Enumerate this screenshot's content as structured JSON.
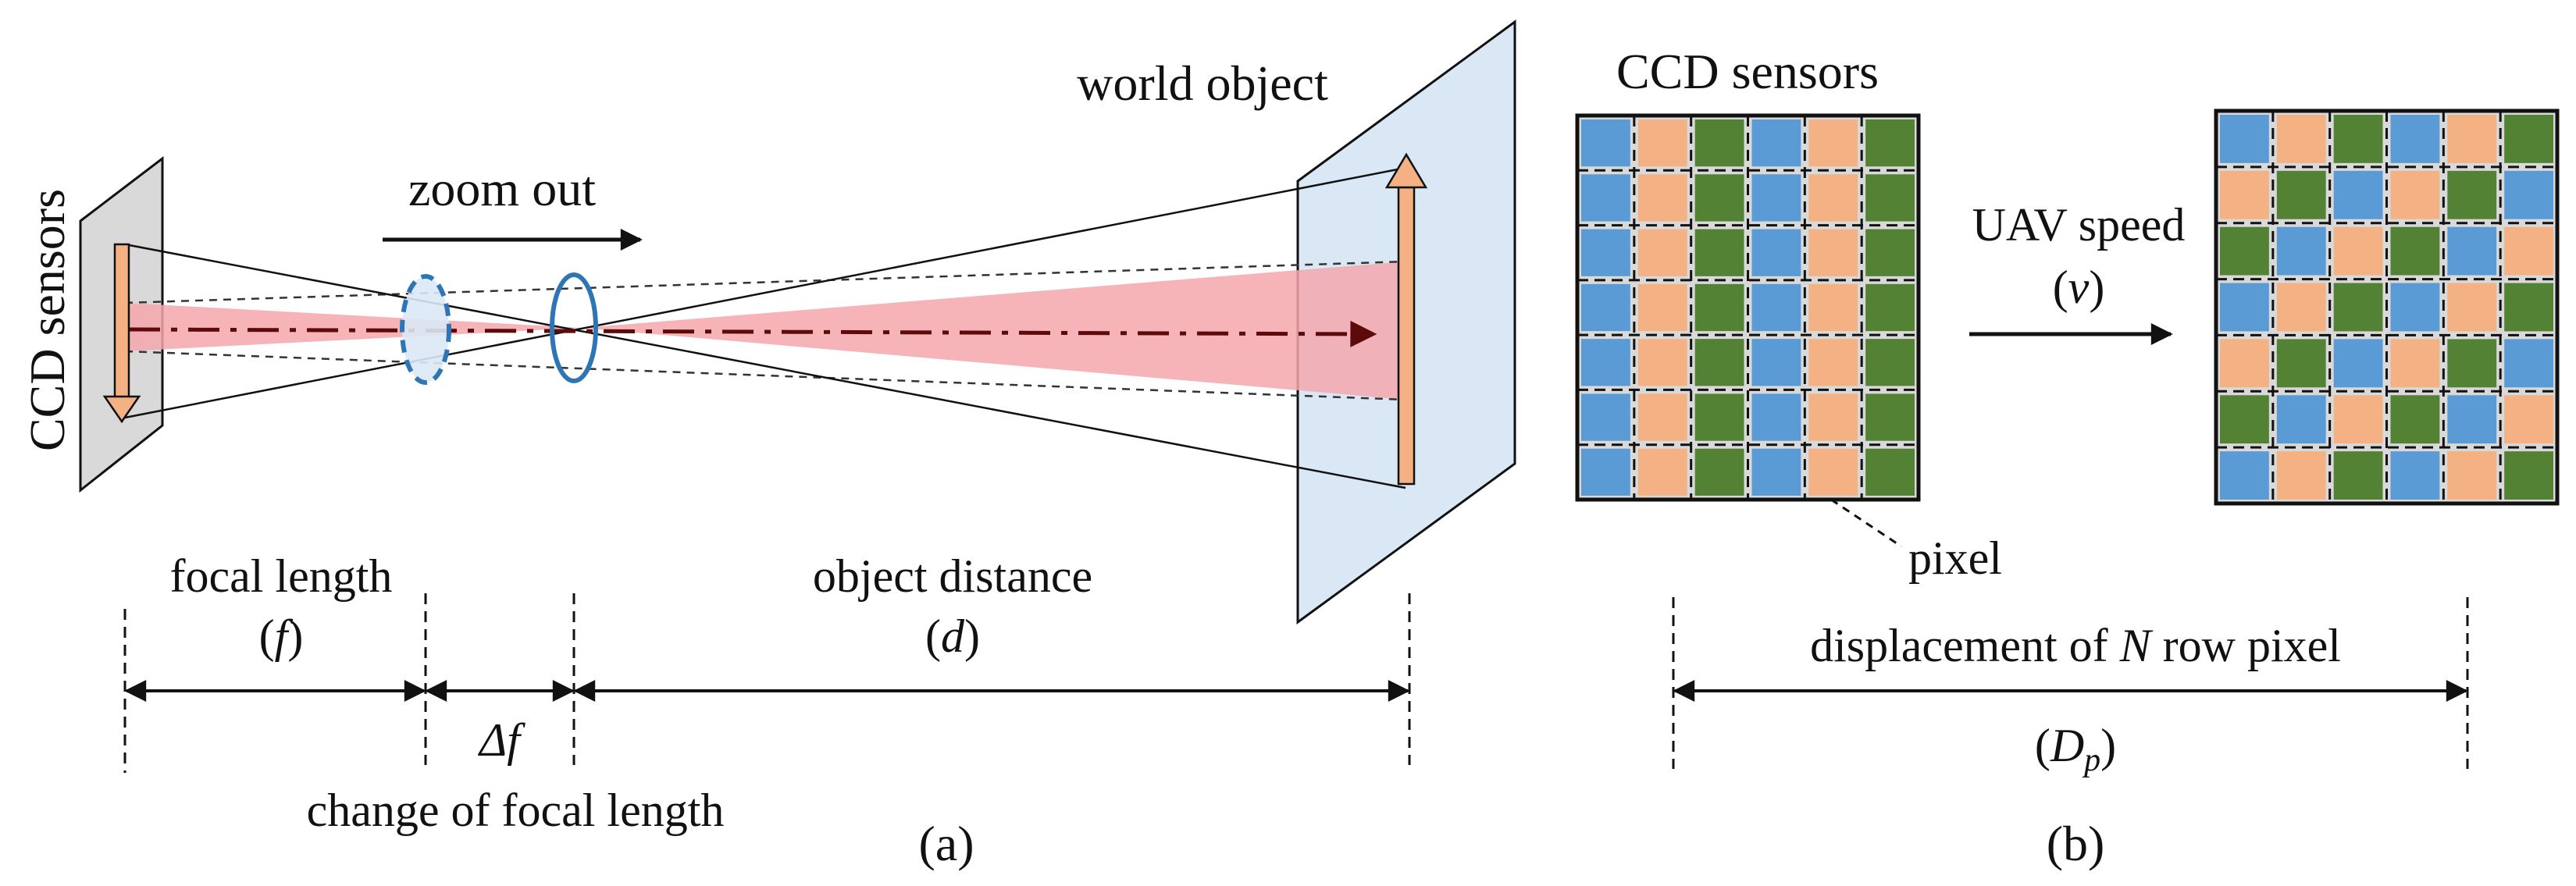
{
  "panel_a": {
    "sensor_label": "CCD sensors",
    "zoom_label": "zoom out",
    "object_label": "world object",
    "focal_length_label": "focal length",
    "focal_length_symbol": "f",
    "delta_f_label": "Δf",
    "object_distance_label": "object distance",
    "object_distance_symbol": "d",
    "change_label": "change of focal length",
    "caption": "(a)"
  },
  "panel_b": {
    "sensor_label": "CCD sensors",
    "pixel_label": "pixel",
    "speed_label": "UAV speed",
    "speed_symbol": "v",
    "displacement_prefix": "displacement of ",
    "displacement_var": "N",
    "displacement_suffix": " row pixel",
    "dp_symbol": "D",
    "dp_subscript": "p",
    "caption": "(b)"
  },
  "colors": {
    "blue": "#5b9bd5",
    "orange": "#f4b183",
    "green": "#548235",
    "plane_fill": "#dae8f5",
    "sensor_fill": "#d9d9d9",
    "ray_fill": "#f4a7ad",
    "lens_stroke": "#2e75b6",
    "axis_arrow": "#5c0a0a"
  },
  "grid_left": [
    [
      "blue",
      "orange",
      "green",
      "blue",
      "orange",
      "green"
    ],
    [
      "blue",
      "orange",
      "green",
      "blue",
      "orange",
      "green"
    ],
    [
      "blue",
      "orange",
      "green",
      "blue",
      "orange",
      "green"
    ],
    [
      "blue",
      "orange",
      "green",
      "blue",
      "orange",
      "green"
    ],
    [
      "blue",
      "orange",
      "green",
      "blue",
      "orange",
      "green"
    ],
    [
      "blue",
      "orange",
      "green",
      "blue",
      "orange",
      "green"
    ],
    [
      "blue",
      "orange",
      "green",
      "blue",
      "orange",
      "green"
    ]
  ],
  "grid_right": [
    [
      "blue",
      "orange",
      "green",
      "blue",
      "orange",
      "green"
    ],
    [
      "orange",
      "green",
      "blue",
      "orange",
      "green",
      "blue"
    ],
    [
      "green",
      "blue",
      "orange",
      "green",
      "blue",
      "orange"
    ],
    [
      "blue",
      "orange",
      "green",
      "blue",
      "orange",
      "green"
    ],
    [
      "orange",
      "green",
      "blue",
      "orange",
      "green",
      "blue"
    ],
    [
      "green",
      "blue",
      "orange",
      "green",
      "blue",
      "orange"
    ],
    [
      "blue",
      "orange",
      "green",
      "blue",
      "orange",
      "green"
    ]
  ]
}
